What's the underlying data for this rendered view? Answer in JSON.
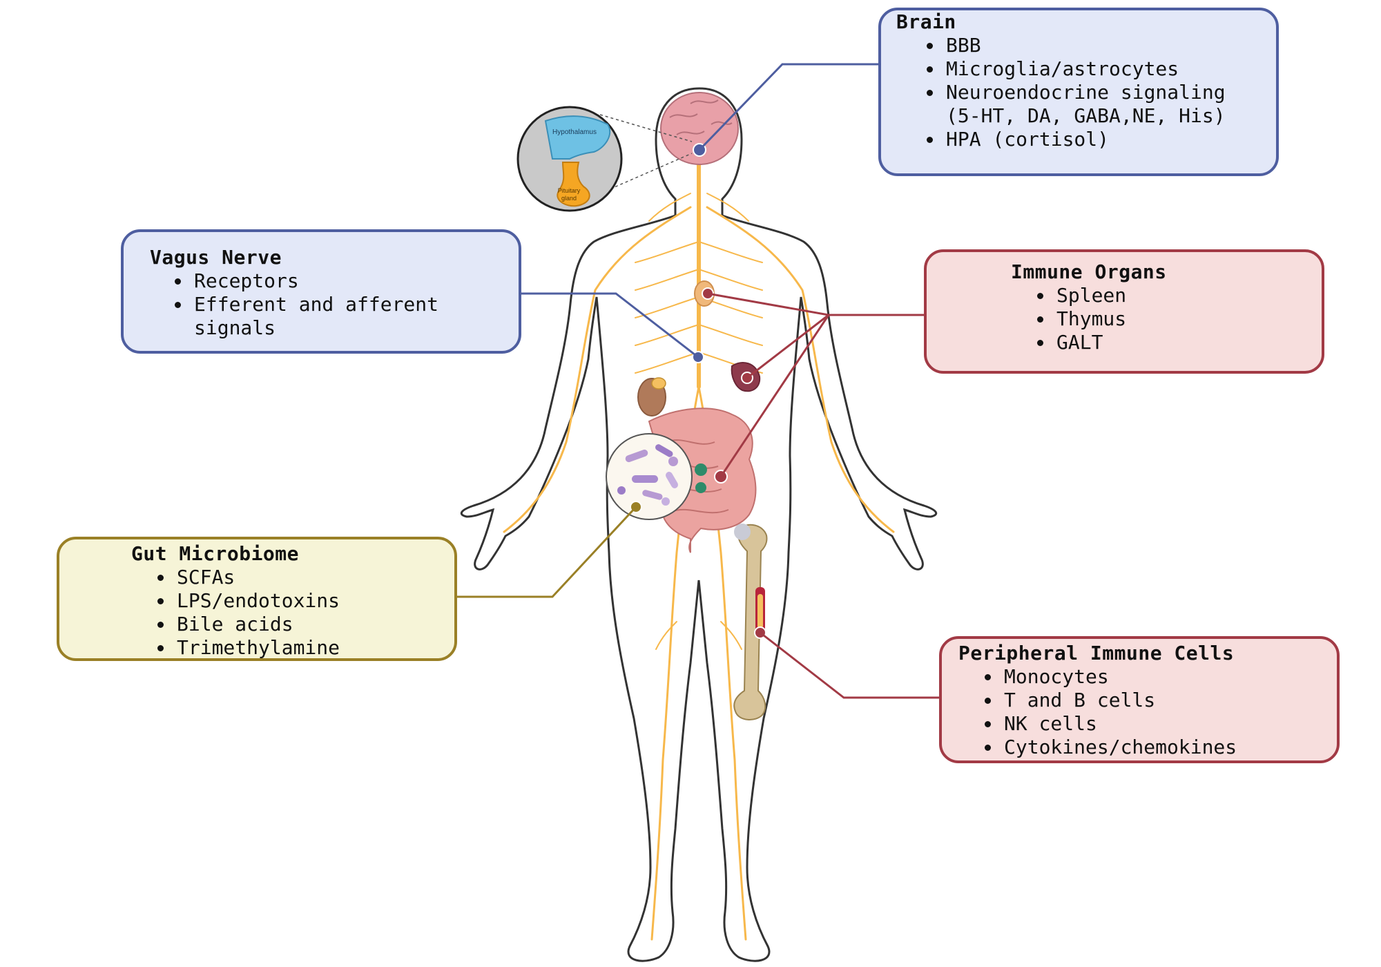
{
  "colors": {
    "brain_accent": "#4e5ea0",
    "immune_accent": "#a23a45",
    "gut_accent": "#9a8026",
    "nerve": "#f7b84b",
    "body_outline": "#333333"
  },
  "inset": {
    "hypothalamus_label": "Hypothalamus",
    "pituitary_label_line1": "Pituitary",
    "pituitary_label_line2": "gland"
  },
  "brain": {
    "title": "Brain",
    "items": [
      "BBB",
      "Microglia/astrocytes",
      "Neuroendocrine signaling (5-HT, DA, GABA,NE, His)",
      "HPA (cortisol)"
    ]
  },
  "vagus": {
    "title": "Vagus Nerve",
    "items": [
      "Receptors",
      "Efferent and afferent signals"
    ]
  },
  "immune_organs": {
    "title": "Immune Organs",
    "items": [
      "Spleen",
      "Thymus",
      "GALT"
    ]
  },
  "gut": {
    "title": "Gut Microbiome",
    "items": [
      "SCFAs",
      "LPS/endotoxins",
      "Bile acids",
      "Trimethylamine"
    ]
  },
  "peripheral": {
    "title": "Peripheral Immune Cells",
    "items": [
      "Monocytes",
      "T and B cells",
      "NK cells",
      "Cytokines/chemokines"
    ]
  }
}
